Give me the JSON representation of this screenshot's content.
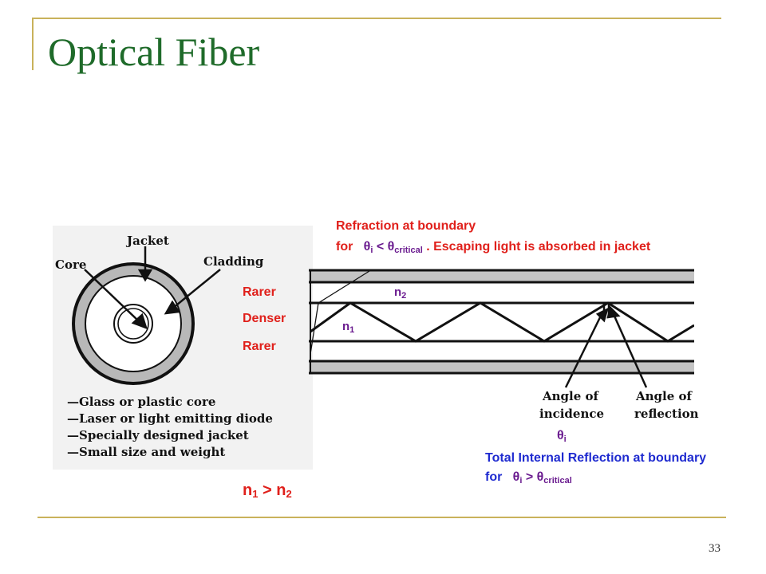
{
  "slide": {
    "title": "Optical Fiber",
    "page_number": "33",
    "accent_color": "#c9b25b",
    "title_color": "#1f6b2a"
  },
  "cross_section": {
    "labels": {
      "jacket": "Jacket",
      "core": "Core",
      "cladding": "Cladding"
    },
    "bullets": [
      "—Glass or plastic core",
      "—Laser or light emitting diode",
      "—Specially designed jacket",
      "—Small size and weight"
    ]
  },
  "layers": {
    "top": "Rarer",
    "middle": "Denser",
    "bottom": "Rarer"
  },
  "indices": {
    "n2": "n",
    "n2_sub": "2",
    "n1": "n",
    "n1_sub": "1"
  },
  "refraction_note": {
    "line1": "Refraction at boundary",
    "for": "for",
    "theta": "θ",
    "i_sub": "i",
    "lt": "<",
    "critical_sub": "critical",
    "rest": ". Escaping light is absorbed in jacket"
  },
  "fiber_labels": {
    "incidence_1": "Angle of",
    "incidence_2": "incidence",
    "reflection_1": "Angle of",
    "reflection_2": "reflection"
  },
  "theta_label": {
    "theta": "θ",
    "sub": "i"
  },
  "tir_note": {
    "line1": "Total Internal Reflection at boundary",
    "for": "for",
    "theta": "θ",
    "i_sub": "i",
    "gt": ">",
    "critical_sub": "critical"
  },
  "relation": {
    "n": "n",
    "sub1": "1",
    "gt": ">",
    "sub2": "2"
  }
}
